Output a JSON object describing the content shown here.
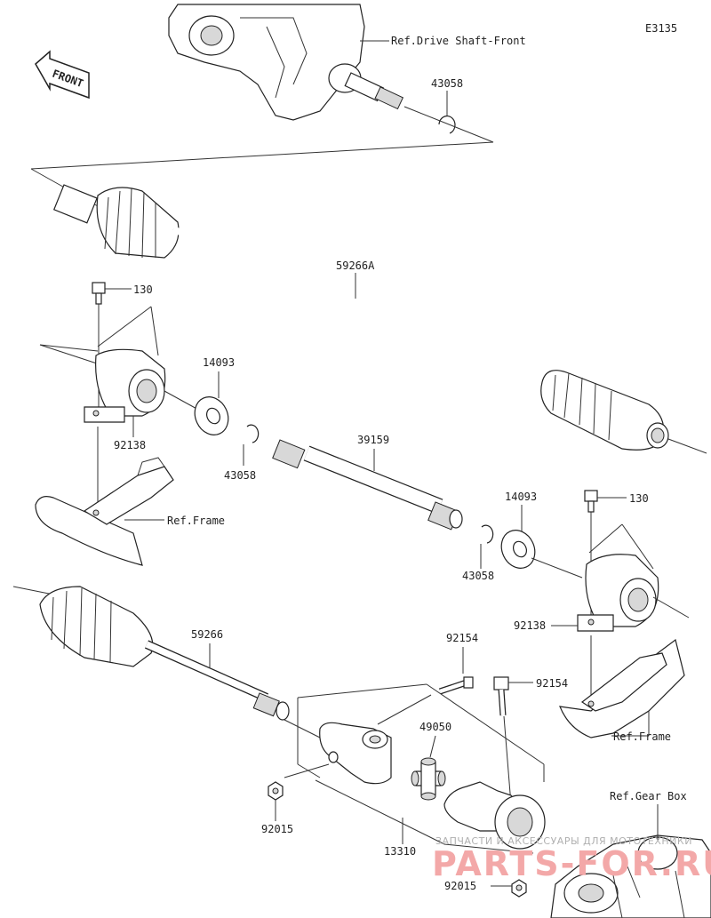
{
  "diagram_code": "E3135",
  "front_label": "FRONT",
  "refs": {
    "drive_shaft_front": "Ref.Drive Shaft-Front",
    "frame_left": "Ref.Frame",
    "frame_right": "Ref.Frame",
    "gear_box": "Ref.Gear Box"
  },
  "parts": {
    "p43058_top": "43058",
    "p59266A": "59266A",
    "p130_left": "130",
    "p14093_left": "14093",
    "p92138_left": "92138",
    "p43058_mid": "43058",
    "p39159": "39159",
    "p14093_right": "14093",
    "p130_right": "130",
    "p43058_right": "43058",
    "p92138_right": "92138",
    "p59266": "59266",
    "p92154_a": "92154",
    "p92154_b": "92154",
    "p49050": "49050",
    "p92015_left": "92015",
    "p13310": "13310",
    "p92015_bottom": "92015"
  },
  "watermark": {
    "line1": "ЗАПЧАСТИ И АКСЕССУАРЫ ДЛЯ МОТОТЕХНИКИ",
    "line2": "PARTS-FOR.RU"
  }
}
